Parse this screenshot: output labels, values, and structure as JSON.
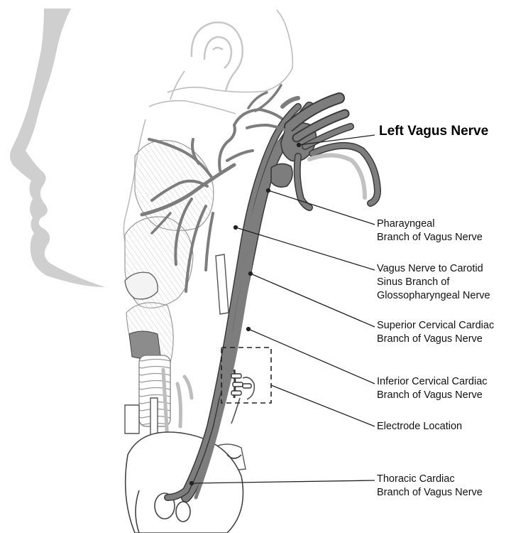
{
  "diagram": {
    "title": "Left Vagus Nerve",
    "labels": [
      {
        "id": "pharyngeal",
        "lines": [
          "Pharayngeal",
          "Branch of Vagus Nerve"
        ]
      },
      {
        "id": "carotid-sinus",
        "lines": [
          "Vagus Nerve to Carotid",
          "Sinus Branch of",
          "Glossopharyngeal Nerve"
        ]
      },
      {
        "id": "superior-cervical",
        "lines": [
          "Superior Cervical Cardiac",
          "Branch of Vagus Nerve"
        ]
      },
      {
        "id": "inferior-cervical",
        "lines": [
          "Inferior Cervical Cardiac",
          "Branch of Vagus Nerve"
        ]
      },
      {
        "id": "electrode",
        "lines": [
          "Electrode Location"
        ]
      },
      {
        "id": "thoracic",
        "lines": [
          "Thoracic Cardiac",
          "Branch of Vagus Nerve"
        ]
      }
    ],
    "colors": {
      "nerve": "#7d7d7d",
      "nerve_outline": "#3a3a3a",
      "face_silhouette": "#cfcfcf",
      "anatomy_line": "#555555",
      "anatomy_light": "#bdbdbd",
      "leader_line": "#222222",
      "background": "#ffffff"
    }
  }
}
